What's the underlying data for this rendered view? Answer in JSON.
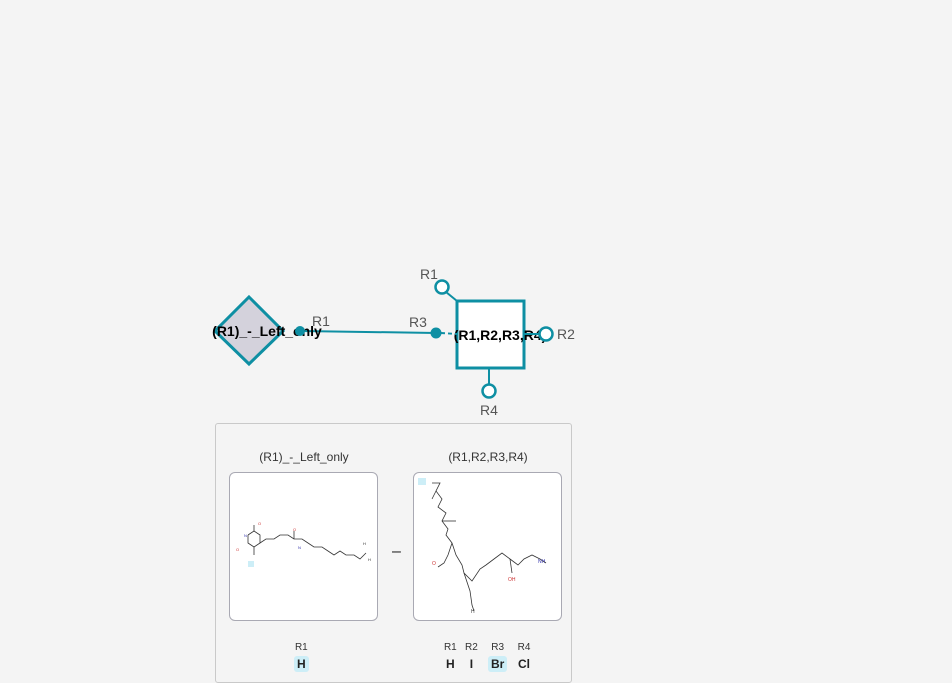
{
  "nodes": {
    "left": {
      "label": "(R1)_-_Left_only",
      "attachment_points": [
        "R1"
      ]
    },
    "right": {
      "label": "(R1,R2,R3,R4)",
      "attachment_points": [
        "R1",
        "R2",
        "R3",
        "R4"
      ]
    }
  },
  "bond": {
    "from_label": "R1",
    "to_label": "R3"
  },
  "colors": {
    "accent": "#0e8fa3",
    "diamond_fill": "#d4d2dc",
    "highlight": "#cdeef7"
  },
  "preview": {
    "left_title": "(R1)_-_Left_only",
    "right_title": "(R1,R2,R3,R4)",
    "bond_symbol": "–",
    "left_rgroups": [
      {
        "name": "R1",
        "value": "H",
        "highlighted": true
      }
    ],
    "right_rgroups": [
      {
        "name": "R1",
        "value": "H",
        "highlighted": false
      },
      {
        "name": "R2",
        "value": "I",
        "highlighted": false
      },
      {
        "name": "R3",
        "value": "Br",
        "highlighted": true
      },
      {
        "name": "R4",
        "value": "Cl",
        "highlighted": false
      }
    ],
    "left_structure_atoms": [
      "O",
      "O",
      "O",
      "N",
      "N",
      "H",
      "H"
    ],
    "right_structure_atoms": [
      "O",
      "OH",
      "NH",
      "H"
    ]
  }
}
